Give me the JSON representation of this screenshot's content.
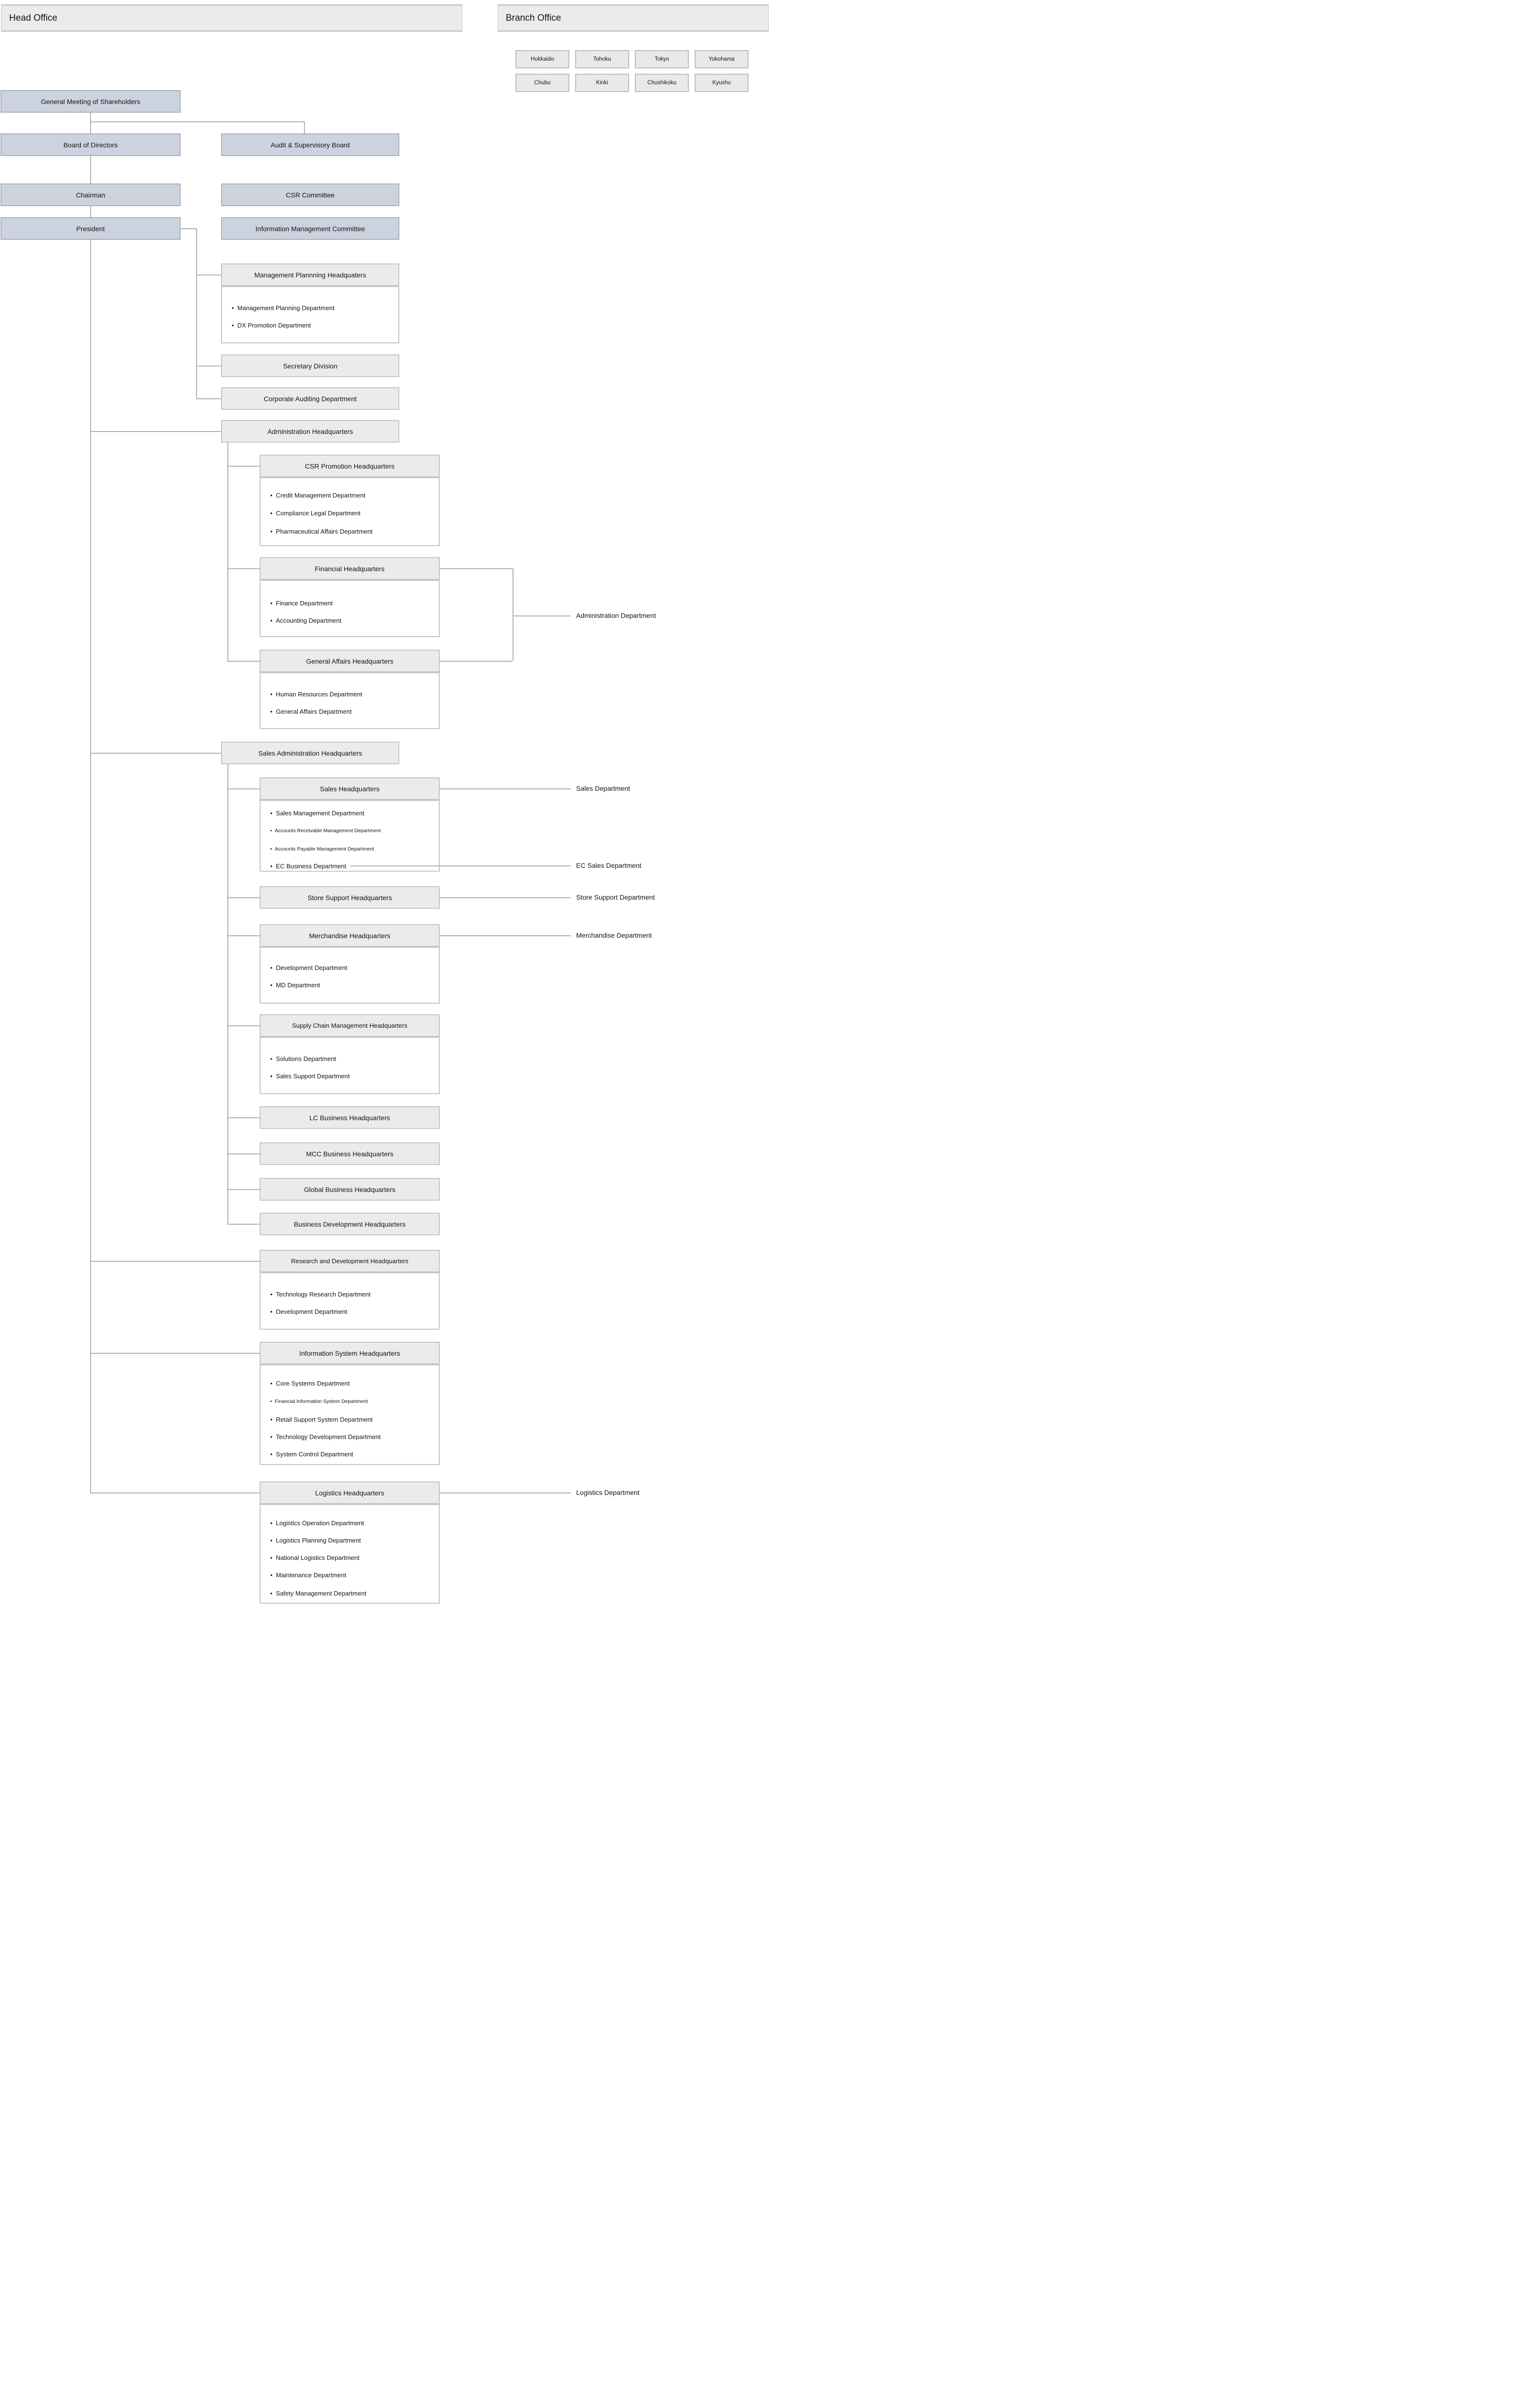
{
  "header": {
    "head_office": "Head Office",
    "branch_office": "Branch Office"
  },
  "branch_offices": {
    "row1": [
      "Hokkaido",
      "Tohoku",
      "Tokyo",
      "Yokohama"
    ],
    "row2": [
      "Chubu",
      "Kinki",
      "Chushikoku",
      "Kyushu"
    ]
  },
  "governance": {
    "general_meeting": "General Meeting of Shareholders",
    "board_of_directors": "Board of Directors",
    "audit_board": "Audit & Supervisory Board",
    "chairman": "Chairman",
    "csr_committee": "CSR Committee",
    "president": "President",
    "info_mgmt_committee": "Information Management Committee"
  },
  "president_direct": {
    "management_planning": {
      "title": "Management Plannning Headquaters",
      "departments": [
        "Management Planning Department",
        "DX Promotion Department"
      ]
    },
    "secretary_division": "Secretary Division",
    "corporate_auditing": "Corporate Auditing Department"
  },
  "administration": {
    "title": "Administration Headquarters",
    "branch_label": "Administration Department",
    "children": {
      "csr_promotion": {
        "title": "CSR Promotion Headquarters",
        "departments": [
          "Credit Management Department",
          "Compliance Legal Department",
          "Pharmaceutical Affairs Department"
        ]
      },
      "financial": {
        "title": "Financial Headquarters",
        "departments": [
          "Finance Department",
          "Accounting Department"
        ]
      },
      "general_affairs": {
        "title": "General Affairs Headquarters",
        "departments": [
          "Human Resources Department",
          "General Affairs Department"
        ]
      }
    }
  },
  "sales_admin": {
    "title": "Sales Administration Headquarters",
    "children": {
      "sales_hq": {
        "title": "Sales Headquarters",
        "branch_label": "Sales Department",
        "ec_branch_label": "EC Sales Department",
        "departments": [
          "Sales Management Department",
          "Accounts Receivable Management Department",
          "Accounts Payable Management Department",
          "EC Business Department"
        ]
      },
      "store_support": {
        "title": "Store Support Headquarters",
        "branch_label": "Store Support Department"
      },
      "merchandise": {
        "title": "Merchandise Headquarters",
        "branch_label": "Merchandise Department",
        "departments": [
          "Development Department",
          "MD Department"
        ]
      },
      "supply_chain": {
        "title": "Supply Chain Management Headquarters",
        "departments": [
          "Solutions Department",
          "Sales Support Department"
        ]
      },
      "lc_business": {
        "title": "LC Business Headquarters"
      },
      "mcc_business": {
        "title": "MCC Business Headquarters"
      },
      "global_business": {
        "title": "Global Business Headquarters"
      },
      "business_development": {
        "title": "Business Development Headquarters"
      }
    }
  },
  "direct_hq": {
    "rnd": {
      "title": "Research and Development Headquarters",
      "departments": [
        "Technology Research Department",
        "Development Department"
      ]
    },
    "info_system": {
      "title": "Information System Headquarters",
      "departments": [
        "Core Systems Department",
        "Financial Information System Department",
        "Retail Support System Department",
        "Technology Development Department",
        "System Control Department"
      ]
    },
    "logistics": {
      "title": "Logistics Headquarters",
      "branch_label": "Logistics Department",
      "departments": [
        "Logistics Operation Department",
        "Logistics Planning Department",
        "National Logistics Department",
        "Maintenance Department",
        "Safety Management Department"
      ]
    }
  },
  "colors": {
    "governance_box_fill": "#ccd3df",
    "hq_box_fill": "#ebebeb",
    "connector_line": "#b0b0b0"
  }
}
